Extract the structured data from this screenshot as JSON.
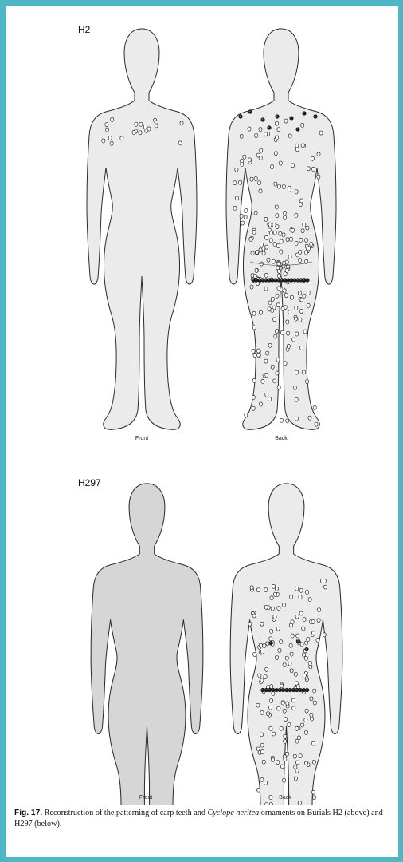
{
  "figure": {
    "panels": [
      {
        "id": "H2",
        "label": "H2",
        "front_label": "Front",
        "back_label": "Back"
      },
      {
        "id": "H297",
        "label": "H297",
        "front_label": "Front",
        "back_label": "Back"
      }
    ]
  },
  "caption": {
    "fig_number": "Fig. 17.",
    "text_before": " Reconstruction of the patterning of carp teeth and ",
    "species": "Cyclope neritea",
    "text_after": " ornaments on Burials H2 (above) and H297 (below)."
  },
  "colors": {
    "frame": "#4fb6c6",
    "body_light": "#ebebeb",
    "body_dark": "#d6d6d6",
    "outline": "#2b2b2b"
  }
}
